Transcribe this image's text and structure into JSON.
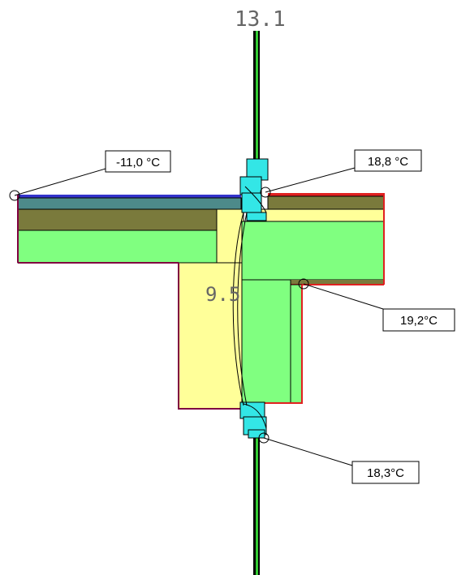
{
  "section_label": "13.1",
  "isotherm_label": "9.5",
  "callouts": {
    "exterior": "-11,0 °C",
    "upper_inner_corner": "18,8 °C",
    "lower_inner_corner": "19,2°C",
    "window_sill_point": "18,3°C"
  },
  "colors": {
    "background": "#ffffff",
    "outline": "#000000",
    "interior_edge": "#e02020",
    "exterior_edge": "#3333cc",
    "membrane": "#4d8a8a",
    "insulation_green": "#80ff80",
    "screed_olive": "#7a7a3c",
    "timber_yellow": "#ffff99",
    "frame_cyan": "#33e6e6",
    "isotherm_line": "#000000",
    "window_frame_green": "#33cc33"
  }
}
